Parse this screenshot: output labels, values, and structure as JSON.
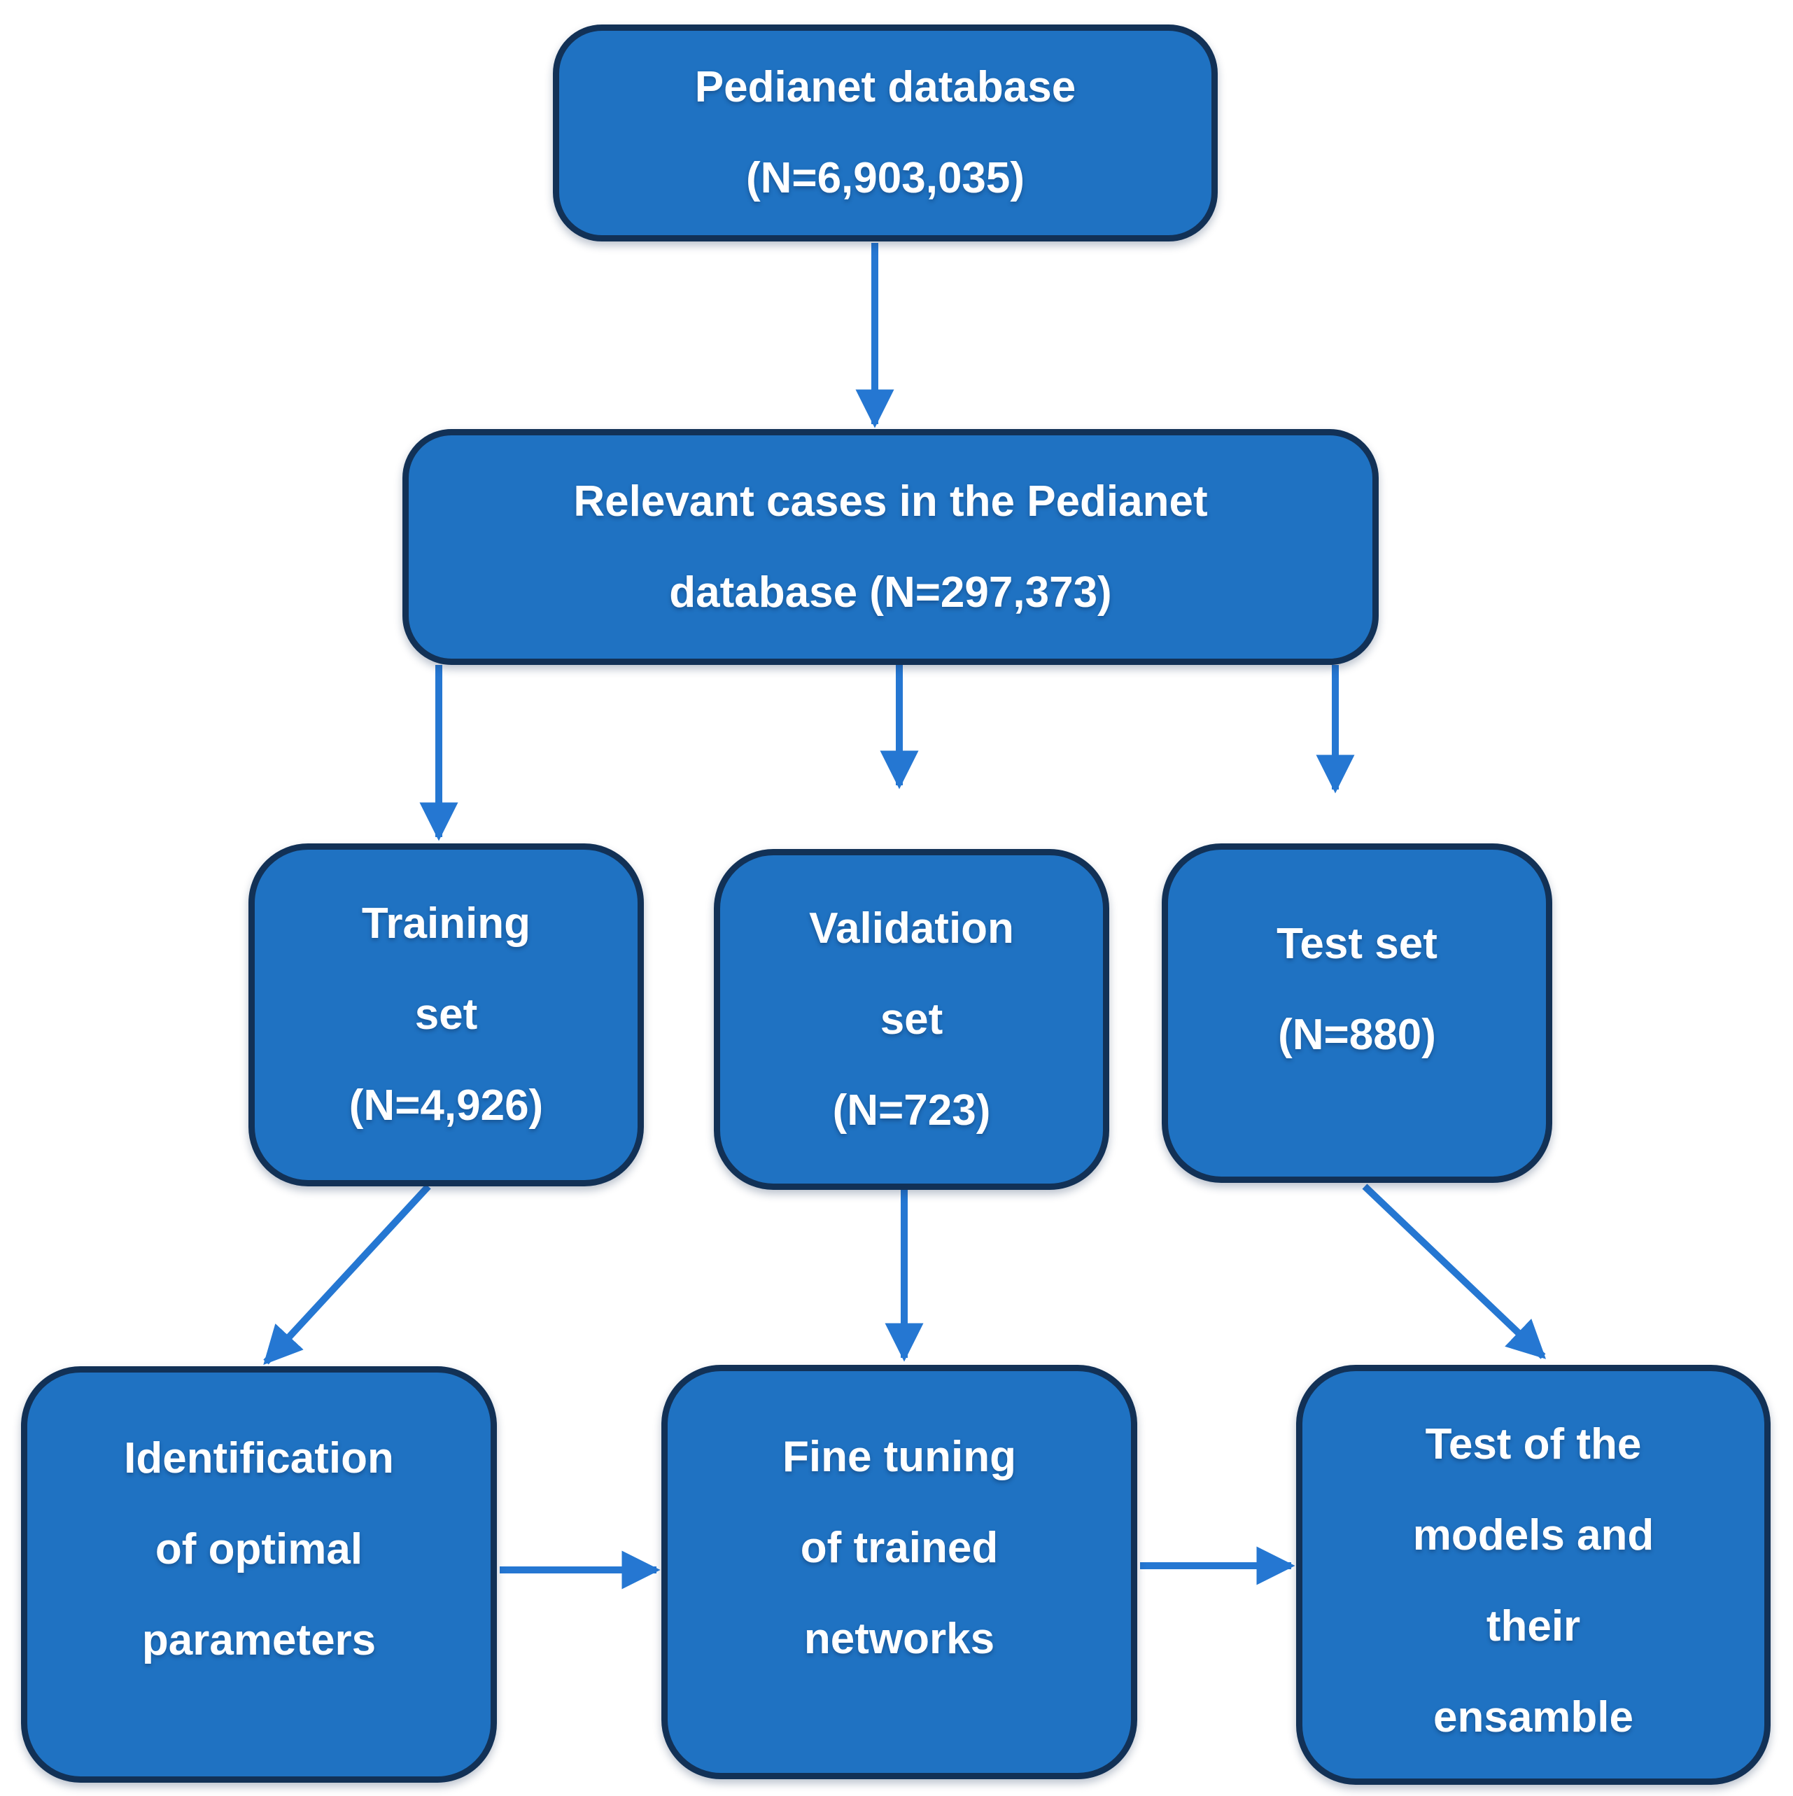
{
  "figure": {
    "type": "flowchart",
    "background": "#ffffff"
  },
  "style": {
    "box_fill": "#1f72c2",
    "box_border": "#123156",
    "arrow_color": "#2577d2",
    "text_color": "#ffffff"
  },
  "nodes": [
    {
      "id": "pedianet",
      "lines": [
        "Pedianet database",
        "(N=6,903,035)"
      ]
    },
    {
      "id": "relevant",
      "lines": [
        "Relevant cases in the Pedianet",
        "database (N=297,373)"
      ]
    },
    {
      "id": "training",
      "lines": [
        "Training",
        "set",
        "(N=4,926)"
      ]
    },
    {
      "id": "validation",
      "lines": [
        "Validation",
        "set",
        "(N=723)"
      ]
    },
    {
      "id": "testset",
      "lines": [
        "Test set",
        "(N=880)"
      ]
    },
    {
      "id": "identification",
      "lines": [
        "Identification",
        "of optimal",
        "parameters"
      ]
    },
    {
      "id": "finetuning",
      "lines": [
        "Fine tuning",
        "of trained",
        "networks"
      ]
    },
    {
      "id": "testmodels",
      "lines": [
        "Test of the",
        "models and",
        "their",
        "ensamble"
      ]
    }
  ],
  "edges": [
    {
      "from": "pedianet",
      "to": "relevant"
    },
    {
      "from": "relevant",
      "to": "training"
    },
    {
      "from": "relevant",
      "to": "validation"
    },
    {
      "from": "relevant",
      "to": "testset"
    },
    {
      "from": "training",
      "to": "identification"
    },
    {
      "from": "validation",
      "to": "finetuning"
    },
    {
      "from": "testset",
      "to": "testmodels"
    },
    {
      "from": "identification",
      "to": "finetuning"
    },
    {
      "from": "finetuning",
      "to": "testmodels"
    }
  ]
}
